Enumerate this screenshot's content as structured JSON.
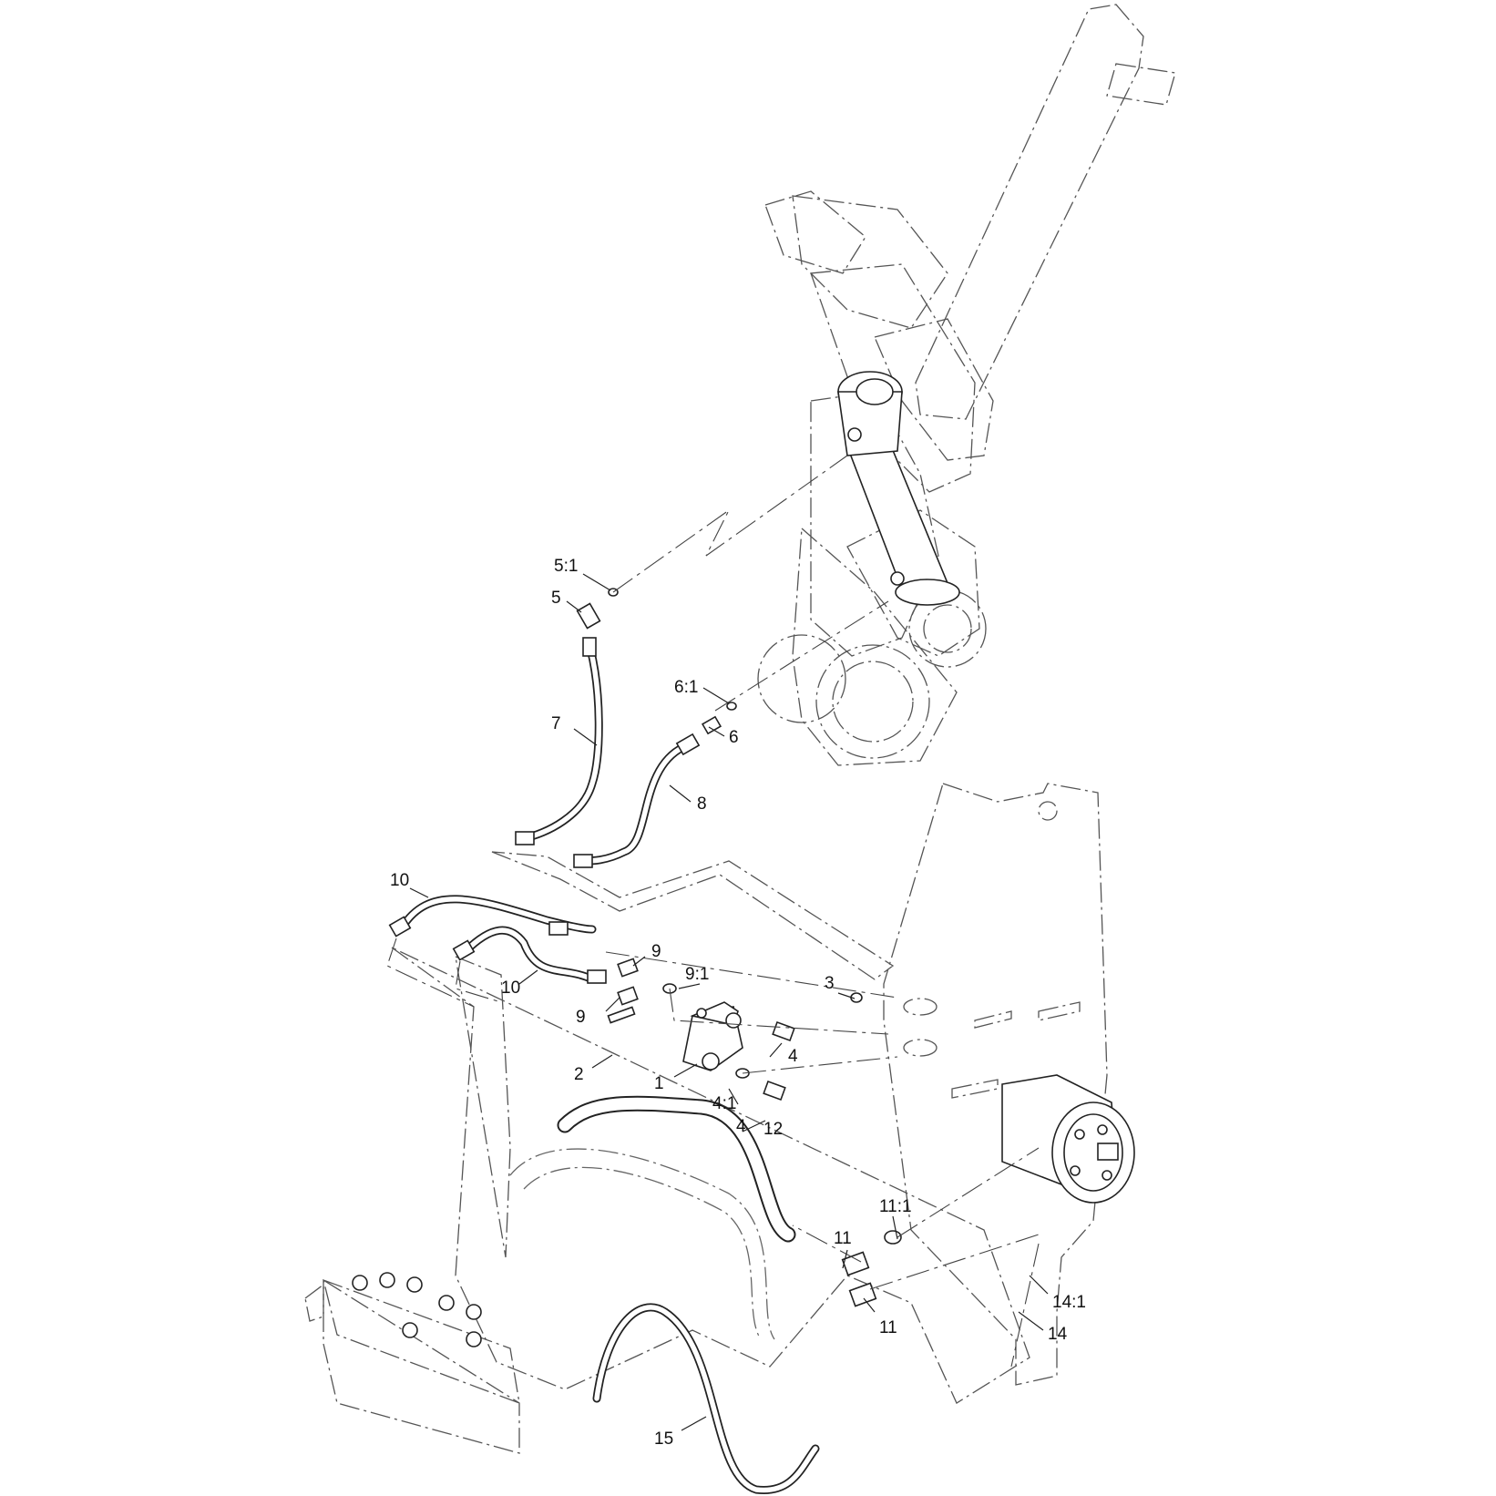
{
  "callouts": [
    {
      "id": "c5_1",
      "label": "5:1"
    },
    {
      "id": "c5",
      "label": "5"
    },
    {
      "id": "c6_1",
      "label": "6:1"
    },
    {
      "id": "c6",
      "label": "6"
    },
    {
      "id": "c7",
      "label": "7"
    },
    {
      "id": "c8",
      "label": "8"
    },
    {
      "id": "c10a",
      "label": "10"
    },
    {
      "id": "c10b",
      "label": "10"
    },
    {
      "id": "c9a",
      "label": "9"
    },
    {
      "id": "c9_1",
      "label": "9:1"
    },
    {
      "id": "c9b",
      "label": "9"
    },
    {
      "id": "c3",
      "label": "3"
    },
    {
      "id": "c4a",
      "label": "4"
    },
    {
      "id": "c2",
      "label": "2"
    },
    {
      "id": "c1",
      "label": "1"
    },
    {
      "id": "c4_1",
      "label": "4:1"
    },
    {
      "id": "c4b",
      "label": "4"
    },
    {
      "id": "c12",
      "label": "12"
    },
    {
      "id": "c11_1",
      "label": "11:1"
    },
    {
      "id": "c11a",
      "label": "11"
    },
    {
      "id": "c11b",
      "label": "11"
    },
    {
      "id": "c14_1",
      "label": "14:1"
    },
    {
      "id": "c14",
      "label": "14"
    },
    {
      "id": "c15",
      "label": "15"
    }
  ]
}
